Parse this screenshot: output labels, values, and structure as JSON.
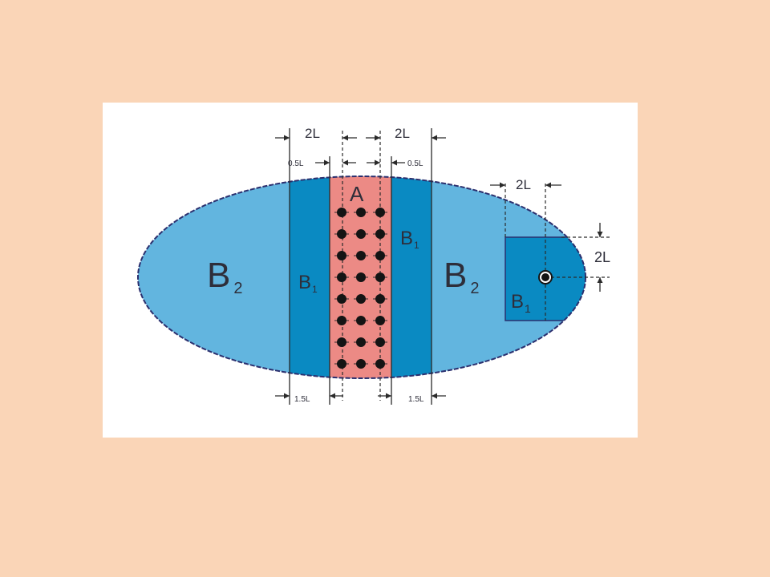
{
  "diagram": {
    "zones": {
      "outer_left": "B",
      "outer_left_sub": "2",
      "outer_right": "B",
      "outer_right_sub": "2",
      "inner_left": "B",
      "inner_left_sub": "1",
      "inner_right": "B",
      "inner_right_sub": "1",
      "core": "A",
      "single_well": "B",
      "single_well_sub": "1"
    },
    "dimensions": {
      "left_2L": "2L",
      "right_2L": "2L",
      "left_0_5L": "0.5L",
      "right_0_5L": "0.5L",
      "left_1_5L": "1.5L",
      "right_1_5L": "1.5L",
      "well_width_2L": "2L",
      "well_height_2L": "2L"
    },
    "well_grid": {
      "columns": 3,
      "rows": 8
    },
    "colors": {
      "slide_background": "#FAD5B7",
      "panel_background": "#FFFFFF",
      "outer_zone": "#62B5DF",
      "inner_zone": "#0A8AC2",
      "core_zone": "#EC8A85",
      "outline": "#2B2F6E",
      "wells": "#141414"
    }
  }
}
